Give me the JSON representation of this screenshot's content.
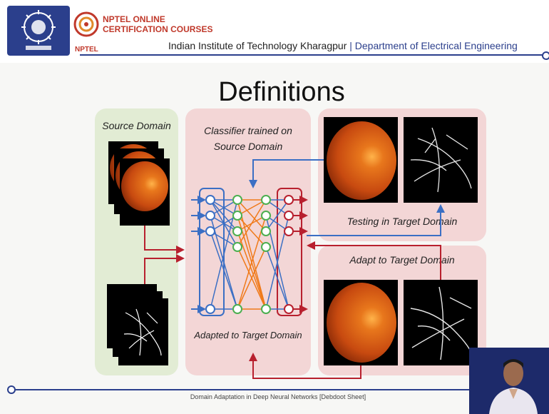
{
  "header": {
    "nptel_line1": "NPTEL ONLINE",
    "nptel_line2": "CERTIFICATION COURSES",
    "nptel_short": "NPTEL",
    "institute": "Indian Institute of Technology Kharagpur",
    "separator": "|",
    "department": "Department of Electrical Engineering"
  },
  "slide": {
    "title": "Definitions",
    "source_domain_label": "Source Domain",
    "classifier_label_line1": "Classifier trained on",
    "classifier_label_line2": "Source Domain",
    "testing_label": "Testing in Target Domain",
    "adapt_label": "Adapt to Target Domain",
    "adapted_label": "Adapted to Target Domain"
  },
  "footer": {
    "text": "Domain Adaptation in Deep Neural Networks [Debdoot Sheet]"
  },
  "colors": {
    "brand_blue": "#2b3f8c",
    "panel_green": "#e2ecd4",
    "panel_pink": "#f3d6d6",
    "arrow_red": "#b8202e",
    "arrow_blue": "#3b6fc4",
    "node_green": "#4caf50",
    "edge_orange": "#f07a1a"
  }
}
